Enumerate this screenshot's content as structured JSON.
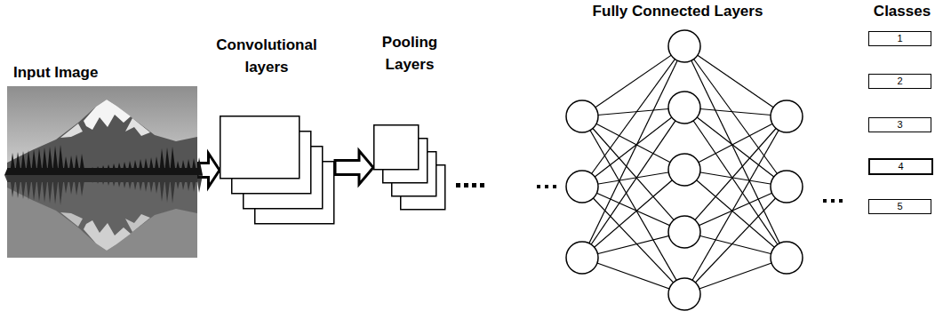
{
  "diagram": {
    "nodes": [
      {
        "text": [
          "Input Image"
        ]
      },
      {
        "text": [
          "Convolutional layers"
        ]
      },
      {
        "text": [
          "Pooling Layers"
        ]
      },
      {
        "text": [
          "1"
        ]
      },
      {
        "text": [
          "2"
        ]
      },
      {
        "text": [
          "3"
        ]
      },
      {
        "text": [
          "4"
        ]
      },
      {
        "text": [
          "5"
        ]
      }
    ],
    "edges": [
      {
        "from": 0,
        "to": 1,
        "arrow": "to"
      },
      {
        "from": 1,
        "to": 2,
        "arrow": "to"
      }
    ],
    "labels": [
      "Fully Connected Layers",
      "Classes"
    ]
  }
}
